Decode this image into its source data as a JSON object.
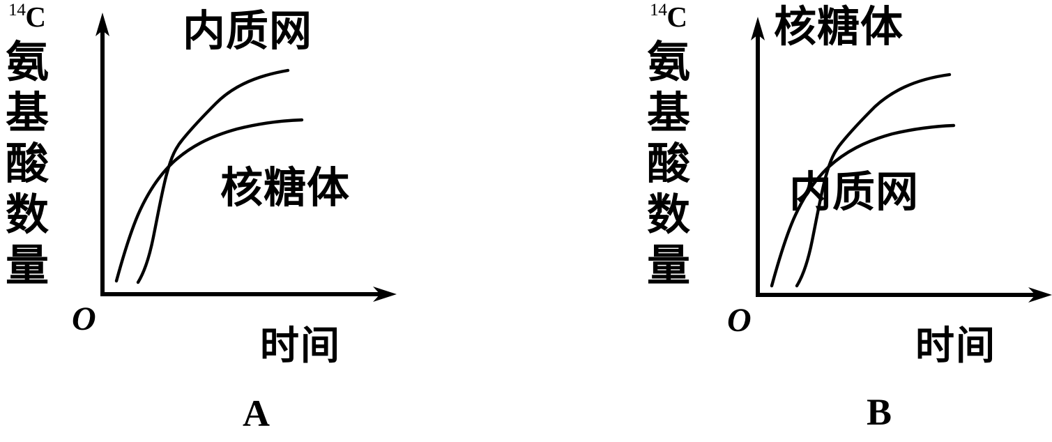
{
  "figure": {
    "background_color": "#ffffff",
    "ink_color": "#000000",
    "panel_count": 2
  },
  "axes": {
    "y_isotope": "14C",
    "y_isotope_superscript": "14",
    "y_isotope_element": "C",
    "y_label_vertical": "氨基酸数量",
    "x_label": "时间",
    "origin_label": "O"
  },
  "panels": [
    {
      "caption": "A",
      "series_top_label": "内质网",
      "series_bottom_label": "核糖体"
    },
    {
      "caption": "B",
      "series_top_label": "核糖体",
      "series_bottom_label": "内质网"
    }
  ],
  "chart_data": {
    "type": "line",
    "title": "",
    "xlabel": "时间",
    "ylabel": "14C氨基酸数量",
    "grid": false,
    "legend": "inline-annotations",
    "axis_style": "arrow-headed open axes, no tick marks, no numeric scale",
    "origin_label": "O",
    "charts": [
      {
        "panel": "A",
        "series": [
          {
            "name": "内质网",
            "label_position": "upper-right, above the curves",
            "shape": "sigmoid: slow start, steep mid rise, high plateau",
            "plateau_level": "high",
            "starts_later": true,
            "x": [
              0.06,
              0.12,
              0.18,
              0.24,
              0.3,
              0.38,
              0.46,
              0.55,
              0.65
            ],
            "y": [
              0.03,
              0.08,
              0.2,
              0.44,
              0.66,
              0.8,
              0.88,
              0.92,
              0.93
            ]
          },
          {
            "name": "核糖体",
            "label_position": "middle-right, below the curves",
            "shape": "concave: fast early rise, low plateau",
            "plateau_level": "medium",
            "starts_later": false,
            "x": [
              0.02,
              0.08,
              0.14,
              0.22,
              0.32,
              0.45,
              0.58,
              0.7
            ],
            "y": [
              0.04,
              0.26,
              0.42,
              0.55,
              0.63,
              0.69,
              0.73,
              0.76
            ]
          }
        ],
        "crossover": {
          "x": 0.25,
          "y": 0.56,
          "note": "内质网 overtakes 核糖体"
        }
      },
      {
        "panel": "B",
        "series": [
          {
            "name": "核糖体",
            "label_position": "upper-right, above the curves",
            "shape": "sigmoid: slow start, steep mid rise, high plateau",
            "plateau_level": "high",
            "starts_later": true,
            "x": [
              0.06,
              0.12,
              0.18,
              0.24,
              0.3,
              0.38,
              0.46,
              0.55,
              0.65
            ],
            "y": [
              0.03,
              0.08,
              0.2,
              0.44,
              0.66,
              0.8,
              0.88,
              0.92,
              0.93
            ]
          },
          {
            "name": "内质网",
            "label_position": "middle-right, below the curves",
            "shape": "concave: fast early rise, low plateau",
            "plateau_level": "medium",
            "starts_later": false,
            "x": [
              0.02,
              0.08,
              0.14,
              0.22,
              0.32,
              0.45,
              0.58,
              0.7
            ],
            "y": [
              0.04,
              0.26,
              0.42,
              0.55,
              0.63,
              0.69,
              0.73,
              0.76
            ]
          }
        ],
        "crossover": {
          "x": 0.25,
          "y": 0.56,
          "note": "核糖体 overtakes 内质网"
        }
      }
    ]
  }
}
